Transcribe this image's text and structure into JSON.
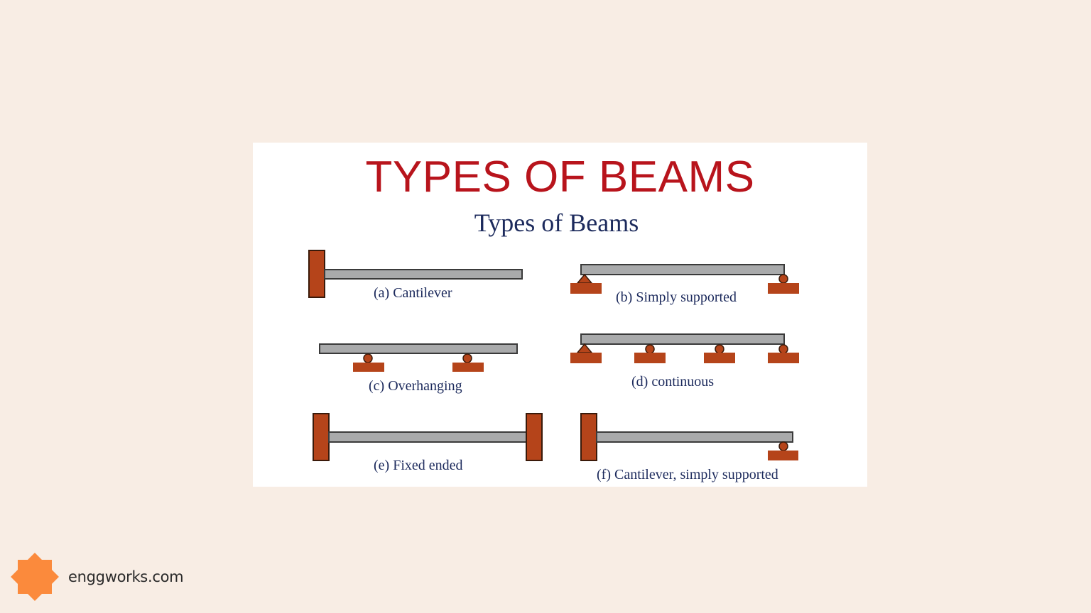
{
  "card": {
    "title": "TYPES OF BEAMS",
    "subtitle": "Types of Beams"
  },
  "beams": {
    "a": "(a) Cantilever",
    "b": "(b) Simply supported",
    "c": "(c) Overhanging",
    "d": "(d) continuous",
    "e": "(e) Fixed ended",
    "f": "(f) Cantilever, simply supported"
  },
  "colors": {
    "title": "#b8141c",
    "subtitle": "#1c2a5c",
    "support": "#b5441a",
    "beam": "#a9aaab",
    "logo": "#fb8a3c"
  },
  "footer": {
    "logo_icon": "eight-point-star-icon",
    "brand": "enggworks.com"
  }
}
